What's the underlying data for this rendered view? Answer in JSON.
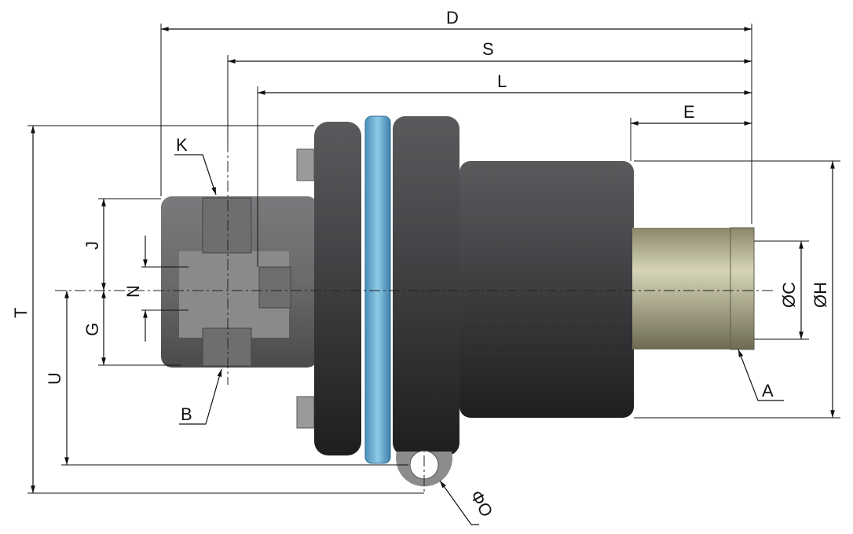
{
  "title": "Rotary joint dimension drawing",
  "labels": {
    "D": "D",
    "S": "S",
    "L": "L",
    "E": "E",
    "K": "K",
    "J": "J",
    "N": "N",
    "G": "G",
    "U": "U",
    "T": "T",
    "B": "B",
    "A": "A",
    "C": "ØC",
    "H": "ØH",
    "O": "ΦO"
  },
  "colors": {
    "body": "#3c3c3e",
    "ring": "#6fb3d8",
    "shaft": "#a9a687",
    "bolt": "#9a9a9a"
  }
}
